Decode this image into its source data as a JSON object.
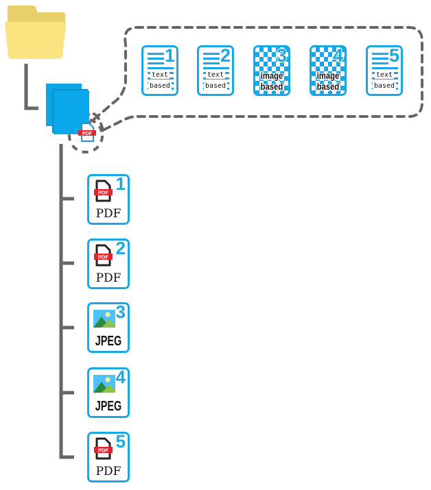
{
  "diagram": {
    "root_icon": "folder-icon",
    "stack_icon": "document-stack-icon",
    "stack_badge": "PDF",
    "colors": {
      "accent_blue": "#1aa7e6",
      "folder_yellow": "#fbe37f",
      "connector_gray": "#666666",
      "pdf_red": "#e8212e",
      "jpeg_green": "#4caf50"
    },
    "pages": [
      {
        "number": "1",
        "line1": "text",
        "line2": "based",
        "kind": "text"
      },
      {
        "number": "2",
        "line1": "text",
        "line2": "based",
        "kind": "text"
      },
      {
        "number": "3",
        "line1": "image",
        "line2": "based",
        "kind": "image"
      },
      {
        "number": "4",
        "line1": "image",
        "line2": "based",
        "kind": "image"
      },
      {
        "number": "5",
        "line1": "text",
        "line2": "based",
        "kind": "text"
      }
    ],
    "files": [
      {
        "number": "1",
        "format": "PDF",
        "badge": "PDF",
        "icon": "pdf-file-icon"
      },
      {
        "number": "2",
        "format": "PDF",
        "badge": "PDF",
        "icon": "pdf-file-icon"
      },
      {
        "number": "3",
        "format": "JPEG",
        "icon": "image-landscape-icon"
      },
      {
        "number": "4",
        "format": "JPEG",
        "icon": "image-landscape-icon"
      },
      {
        "number": "5",
        "format": "PDF",
        "badge": "PDF",
        "icon": "pdf-file-icon"
      }
    ]
  }
}
